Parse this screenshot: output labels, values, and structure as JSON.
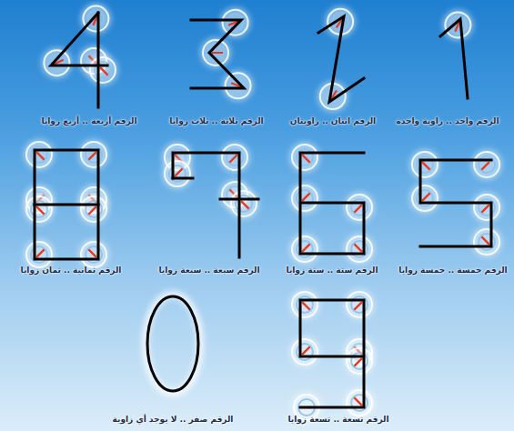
{
  "diagram": {
    "labels": [
      "الرقم واحد .. زاوية واحدة",
      "الرقم اثنان .. زاويتان",
      "الرقم ثلاثة .. ثلاث زوايا",
      "الرقم أربعة .. أربع زوايا",
      "الرقم خمسة .. خمسة زوايا",
      "الرقم ستة .. ستة زوايا",
      "الرقم سبعة .. سبعة زوايا",
      "الرقم ثمانية .. ثمان زوايا",
      "الرقم تسعة .. تسعة زوايا",
      "الرقم صفر .. لا يوجد أي زاوية"
    ]
  }
}
